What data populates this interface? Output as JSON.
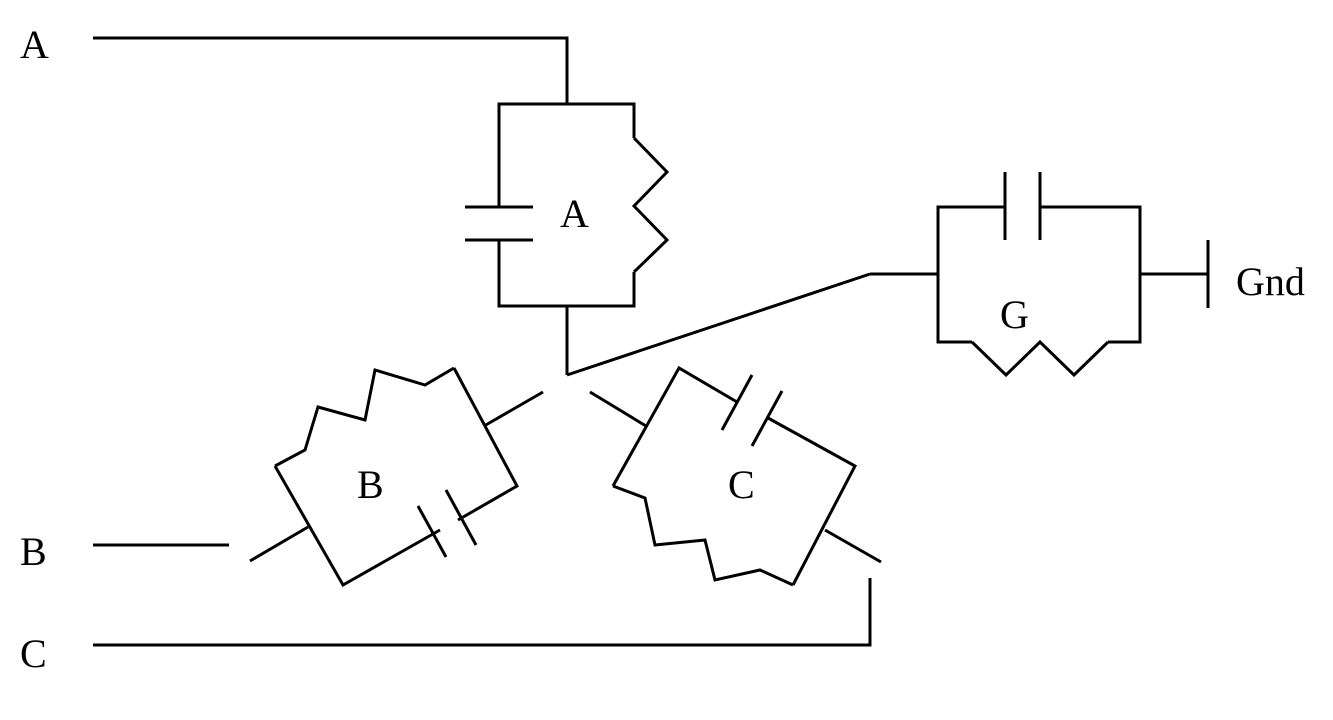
{
  "diagram": {
    "terminals": {
      "a": "A",
      "b": "B",
      "c": "C",
      "gnd": "Gnd"
    },
    "branches": {
      "a": "A",
      "b": "B",
      "c": "C",
      "g": "G"
    },
    "stroke_color": "#000000",
    "background_color": "#ffffff"
  }
}
